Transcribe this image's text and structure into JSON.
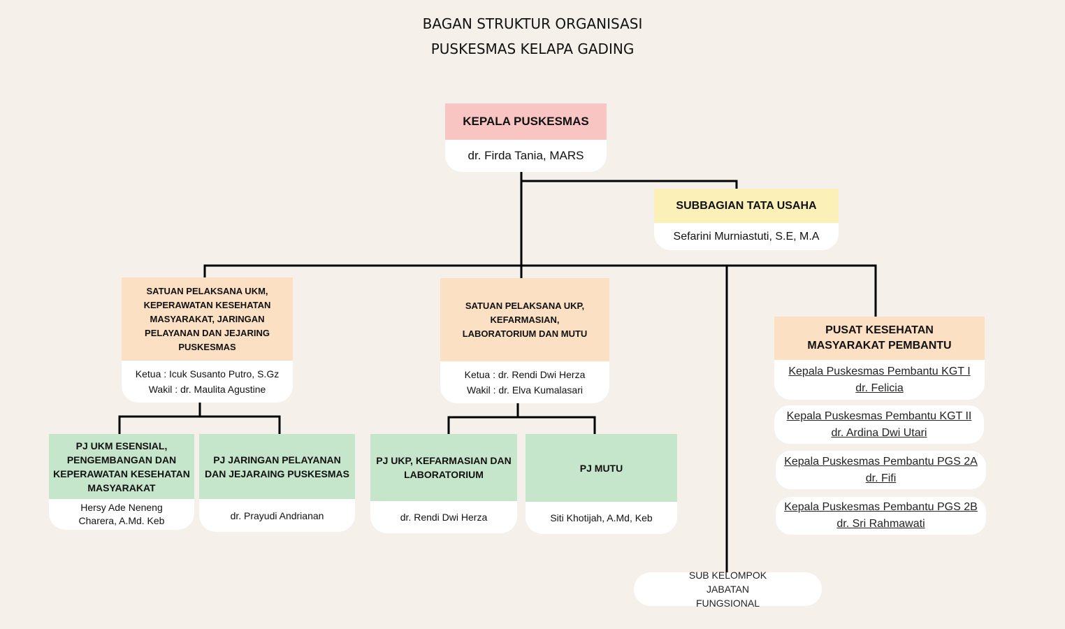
{
  "title": {
    "line1": "BAGAN STRUKTUR ORGANISASI",
    "line2": "PUSKESMAS KELAPA GADING"
  },
  "kepala": {
    "title": "KEPALA PUSKESMAS",
    "name": "dr. Firda Tania, MARS"
  },
  "tata_usaha": {
    "title": "SUBBAGIAN TATA USAHA",
    "name": "Sefarini Murniastuti, S.E, M.A"
  },
  "ukm": {
    "title": "SATUAN PELAKSANA UKM, KEPERAWATAN KESEHATAN MASYARAKAT, JARINGAN PELAYANAN DAN JEJARING PUSKESMAS",
    "ketua": "Ketua : Icuk Susanto Putro, S.Gz",
    "wakil": "Wakil : dr. Maulita Agustine"
  },
  "ukp": {
    "title": "SATUAN PELAKSANA UKP, KEFARMASIAN, LABORATORIUM DAN MUTU",
    "ketua": "Ketua : dr. Rendi Dwi Herza",
    "wakil": "Wakil : dr. Elva Kumalasari"
  },
  "pusat": {
    "title": "PUSAT KESEHATAN MASYARAKAT PEMBANTU",
    "items": [
      {
        "title": "Kepala Puskesmas Pembantu KGT I",
        "name": "dr. Felicia"
      },
      {
        "title": "Kepala Puskesmas Pembantu KGT II",
        "name": "dr. Ardina Dwi Utari"
      },
      {
        "title": "Kepala Puskesmas Pembantu PGS 2A",
        "name": "dr. Fifi"
      },
      {
        "title": "Kepala Puskesmas Pembantu PGS 2B",
        "name": "dr. Sri Rahmawati"
      }
    ]
  },
  "pj_ukm": {
    "title": "PJ UKM ESENSIAL, PENGEMBANGAN DAN KEPERAWATAN KESEHATAN MASYARAKAT",
    "name": "Hersy Ade Neneng Charera, A.Md. Keb"
  },
  "pj_jaringan": {
    "title": "PJ JARINGAN PELAYANAN DAN JEJARAING PUSKESMAS",
    "name": "dr. Prayudi Andrianan"
  },
  "pj_ukp": {
    "title": "PJ UKP, KEFARMASIAN DAN LABORATORIUM",
    "name": "dr. Rendi Dwi Herza"
  },
  "pj_mutu": {
    "title": "PJ MUTU",
    "name": "Siti Khotijah, A.Md, Keb"
  },
  "fungsional": {
    "title": "SUB KELOMPOK JABATAN FUNGSIONAL"
  },
  "colors": {
    "background": "#f5f0ea",
    "kepala": "#f9c5c3",
    "tata_usaha": "#faf0b8",
    "satuan": "#fce0c3",
    "pj": "#c6e6cc"
  }
}
